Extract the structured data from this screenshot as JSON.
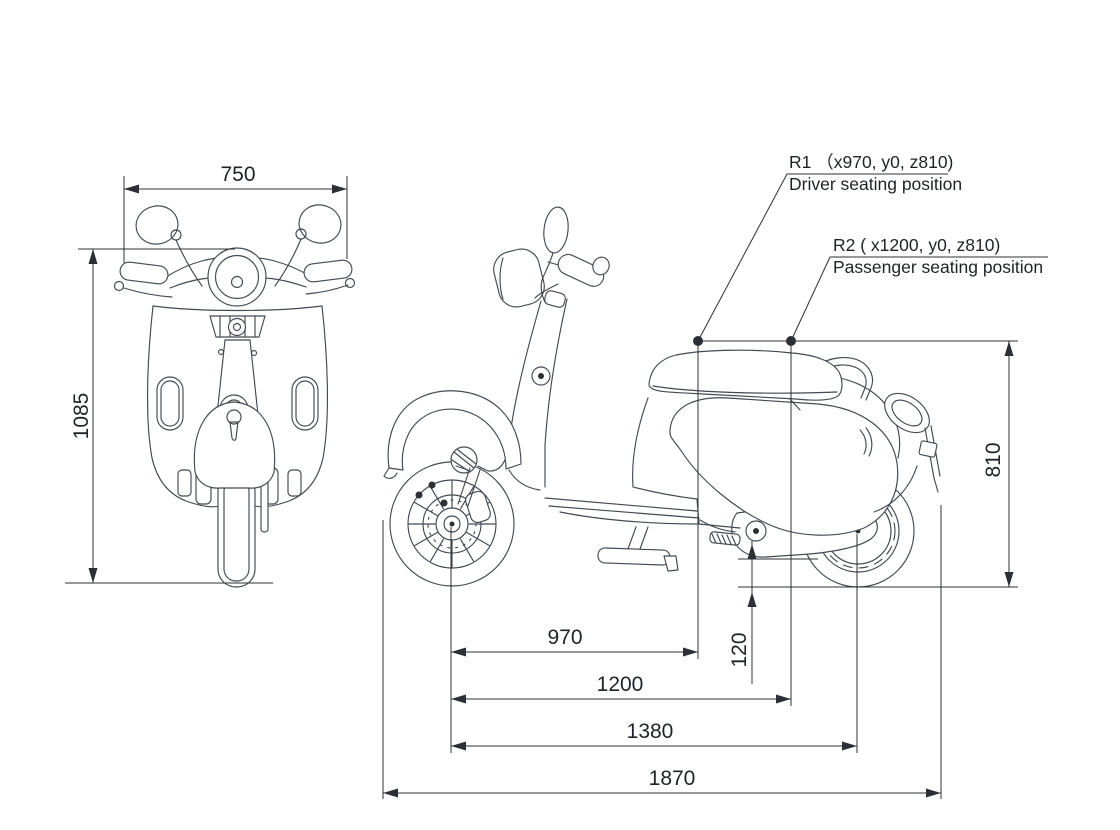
{
  "drawing": {
    "front_view": {
      "width": "750",
      "height": "1085"
    },
    "side_view": {
      "seat_height": "810",
      "ground_clearance": "120",
      "driver_x": "970",
      "passenger_x": "1200",
      "wheelbase": "1380",
      "overall_length": "1870",
      "r1_label": "R1 （x970, y0, z810)",
      "r1_desc": "Driver seating position",
      "r2_label": "R2 ( x1200, y0, z810)",
      "r2_desc": "Passenger seating position"
    },
    "colors": {
      "art_line": "#424a52",
      "dim_line": "#2c3036",
      "text": "#1f2328",
      "background": "#ffffff"
    }
  }
}
